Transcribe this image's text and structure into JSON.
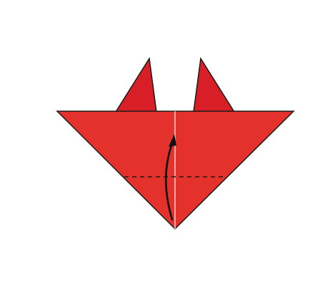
{
  "diagram": {
    "colors": {
      "background": "#ffffff",
      "main_fill": "#e4312b",
      "flap_fill": "#d81f27",
      "outline": "#1a1a1a",
      "center_crease": "#f6c2bf",
      "fold_line": "#1a1a1a",
      "arrow": "#111111"
    },
    "shapes": {
      "main": "triangle",
      "flaps": [
        "left-ear",
        "right-ear"
      ],
      "fold_line_style": "dashed",
      "arrow_direction": "up"
    }
  }
}
